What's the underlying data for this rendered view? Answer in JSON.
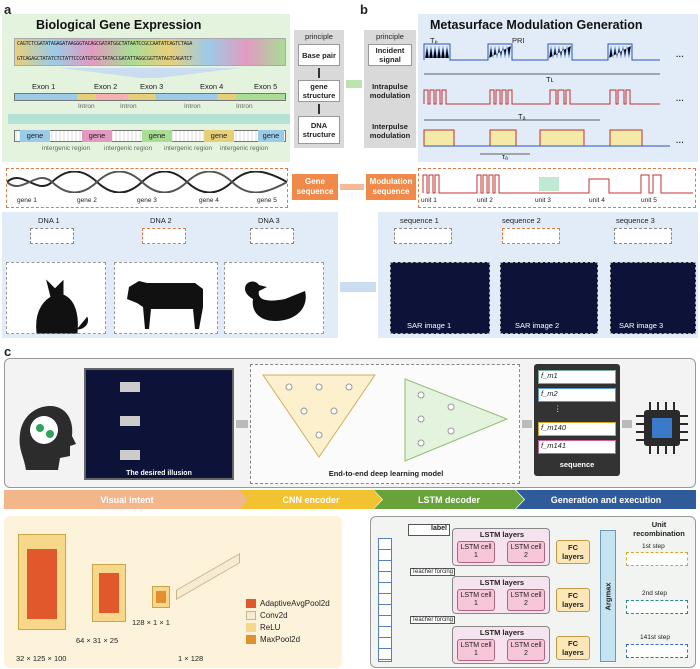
{
  "panel_a": {
    "letter": "a",
    "title": "Biological Gene Expression",
    "dna_seq_top": "CAGTCTCGATATAGAGATAAGGGTACAGCGATATGGCTATAATCCGCCAATATCAGTCTAGA",
    "dna_seq_bot": "GTCAGAGCTATATCTCTATTCCCATGTCGCTATACCGATATTAGGCGGTTATAGTCAGATCT",
    "exons": [
      "Exon 1",
      "Exon 2",
      "Exon 3",
      "Exon 4",
      "Exon 5"
    ],
    "intron_label": "Intron",
    "gene_label": "gene",
    "intergenic_label": "intergenic region",
    "principle": {
      "title": "principle",
      "steps": [
        "Base pair",
        "gene structure",
        "DNA structure"
      ]
    },
    "gene_sequence_items": [
      "gene 1",
      "gene 2",
      "gene 3",
      "gene 4",
      "gene 5"
    ],
    "gene_sequence_label": "Gene sequence",
    "dna_items": [
      "DNA 1",
      "DNA 2",
      "DNA 3"
    ]
  },
  "panel_b": {
    "letter": "b",
    "title": "Metasurface Modulation Generation",
    "principle": {
      "title": "principle",
      "steps": [
        "Incident signal",
        "Intrapulse modulation",
        "Interpulse modulation"
      ]
    },
    "tp": "Tₚ",
    "pri": "PRI",
    "tl": "Tʟ",
    "ta": "Tₐ",
    "tb": "τₐ",
    "units": [
      "unit 1",
      "unit 2",
      "unit 3",
      "unit 4",
      "unit 5"
    ],
    "modulation_label": "Modulation sequence",
    "sequences": [
      "sequence 1",
      "sequence 2",
      "sequence 3"
    ],
    "sar_images": [
      "SAR image 1",
      "SAR image 2",
      "SAR image 3"
    ],
    "ellipsis": "···"
  },
  "panel_c": {
    "letter": "c",
    "illusion_label": "The desired illusion",
    "model_label": "End-to-end deep learning model",
    "sequence_label": "sequence",
    "sequence_items": [
      "f_m1",
      "f_m2",
      "⋮",
      "f_m140",
      "f_m141"
    ],
    "stages": [
      "Visual intent",
      "CNN encoder",
      "LSTM decoder",
      "Generation and execution"
    ],
    "cnn_dims": [
      "32 × 125 × 100",
      "64 × 31 × 25",
      "128 × 1 × 1",
      "1 × 128"
    ],
    "legend": [
      "AdaptiveAvgPool2d",
      "Conv2d",
      "ReLU",
      "MaxPool2d"
    ],
    "lstm": {
      "label_input": "label",
      "layers_title": "LSTM layers",
      "cells": [
        "LSTM cell 1",
        "LSTM cell 2"
      ],
      "fc": "FC layers",
      "teacher": "Teacher forcing",
      "argmax": "Argmax",
      "unit_recomb": "Unit recombination",
      "steps": [
        "1st step",
        "2nd step",
        "141st step"
      ]
    }
  },
  "colors": {
    "panel_a_bg": "#e4f3dd",
    "panel_b_bg": "#e2ecf8",
    "orange": "#f08a4b",
    "stage_visual": "#f3b58a",
    "stage_cnn": "#f2c230",
    "stage_lstm": "#68a23a",
    "stage_gen": "#2f5b9a"
  }
}
